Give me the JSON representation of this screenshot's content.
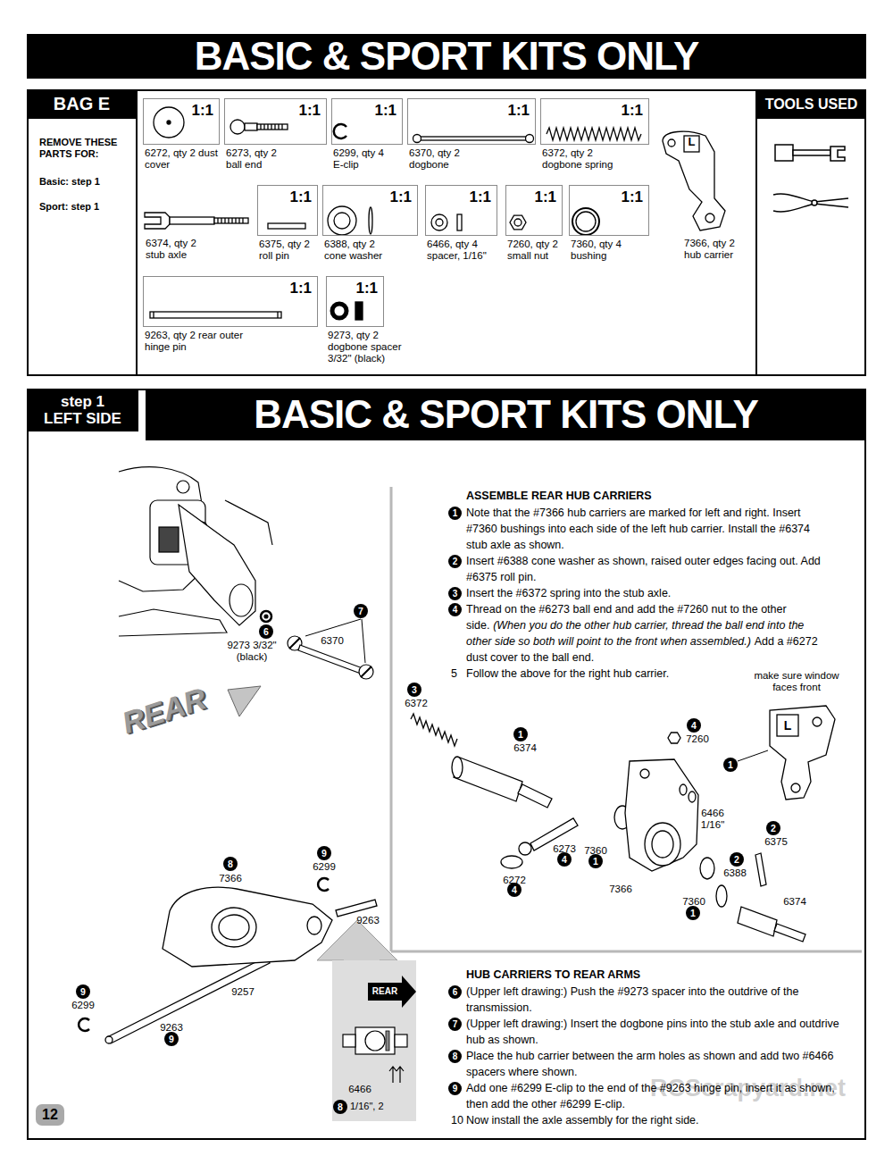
{
  "diagram": {
    "title": "BASIC & SPORT KITS ONLY",
    "nodes": [
      {
        "text": [
          "BAG E"
        ]
      },
      {
        "text": [
          "TOOLS USED"
        ]
      },
      {
        "text": [
          "1:1",
          "6272, qty 2 dust cover"
        ]
      },
      {
        "text": [
          "1:1",
          "6273, qty 2 ball end"
        ]
      },
      {
        "text": [
          "1:1",
          "6299, qty 4 E-clip"
        ]
      },
      {
        "text": [
          "1:1",
          "6370, qty 2 dogbone"
        ]
      },
      {
        "text": [
          "1:1",
          "6372, qty 2 dogbone spring"
        ]
      },
      {
        "text": [
          "1:1",
          "6375, qty 2 roll pin"
        ]
      },
      {
        "text": [
          "1:1",
          "6388, qty 2 cone washer"
        ]
      },
      {
        "text": [
          "1:1",
          "6466, qty 4 spacer, 1/16\""
        ]
      },
      {
        "text": [
          "1:1",
          "7260, qty 2 small nut"
        ]
      },
      {
        "text": [
          "1:1",
          "7360, qty 4 bushing"
        ]
      },
      {
        "text": [
          "1:1",
          "9263, qty 2 rear outer hinge pin"
        ]
      },
      {
        "text": [
          "1:1",
          "9273, qty 2 dogbone spacer 3/32\" (black)"
        ]
      },
      {
        "text": [
          "step 1",
          "LEFT SIDE"
        ]
      },
      {
        "text": [
          "BASIC & SPORT KITS ONLY"
        ]
      }
    ],
    "labels": [
      "REMOVE THESE PARTS FOR:",
      "Basic: step 1",
      "Sport: step 1",
      "7366, qty 2 hub carrier",
      "6374, qty 2 stub axle",
      "L",
      "6",
      "9273 3/32\" (black)",
      "6370",
      "7",
      "REAR",
      "3",
      "6372",
      "1",
      "6374",
      "4",
      "7260",
      "1",
      "make sure window faces front",
      "L",
      "6466 1/16\"",
      "2",
      "6375",
      "6273",
      "4",
      "7360",
      "1",
      "2",
      "6388",
      "6272",
      "4",
      "7366",
      "7360",
      "1",
      "6374",
      "9",
      "6299",
      "8",
      "7366",
      "9263",
      "9257",
      "9",
      "6299",
      "9263",
      "9",
      "REAR",
      "6466",
      "8",
      "1/16\", 2",
      "ASSEMBLE REAR HUB CARRIERS",
      "1",
      "Note that the #7366 hub carriers are marked for left and right. Insert #7360 bushings into each side of the left hub carrier. Install the #6374 stub axle as shown.",
      "2",
      "Insert #6388 cone washer as shown, raised outer edges facing out. Add #6375 roll pin.",
      "3",
      "Insert the #6372 spring into the stub axle.",
      "4",
      "Thread on the #6273 ball end and add the #7260 nut to the other side.",
      "(When you do the other hub carrier, thread the ball end into the other side so both will point to the front when assembled.)",
      "Add a #6272 dust cover to the ball end.",
      "5",
      "Follow the above for the right hub carrier.",
      "HUB CARRIERS TO REAR ARMS",
      "6",
      "(Upper left drawing:) Push the #9273 spacer into the outdrive of the transmission.",
      "7",
      "(Upper left drawing:) Insert the dogbone pins into the stub axle and outdrive hub as shown.",
      "8",
      "Place the hub carrier between the arm holes as shown and add two #6466 spacers where shown.",
      "9",
      "Add one #6299 E-clip to the end of the #9263 hinge pin, insert it as shown, then add the other #6299 E-clip.",
      "10",
      "Now install the axle assembly for the right side.",
      "12",
      "RCScrapyard.net"
    ]
  }
}
